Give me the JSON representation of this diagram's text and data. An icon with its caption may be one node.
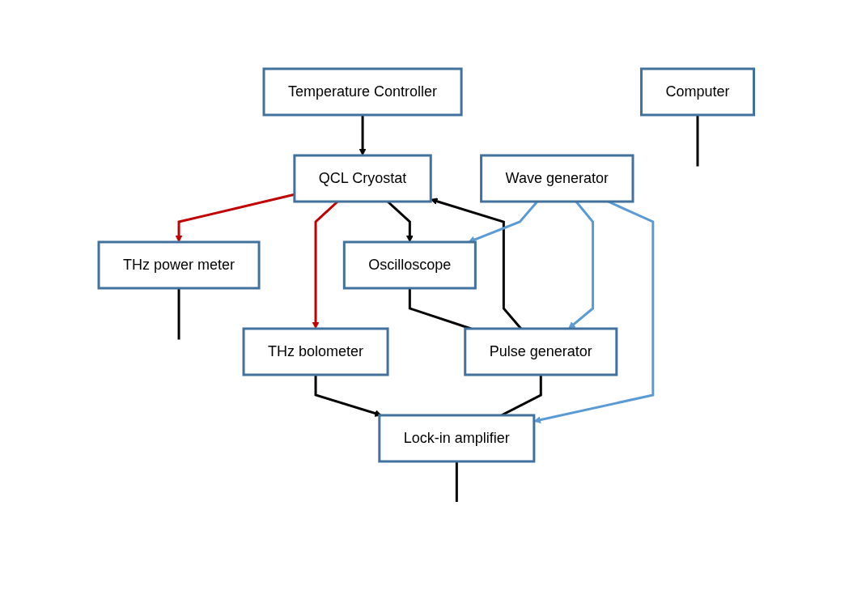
{
  "diagram": {
    "nodes": [
      {
        "text": [
          "Temperature Controller"
        ]
      },
      {
        "text": [
          "Computer"
        ]
      },
      {
        "text": [
          "QCL Cryostat"
        ]
      },
      {
        "text": [
          "THz power meter"
        ]
      },
      {
        "text": [
          "THz bolometer"
        ]
      },
      {
        "text": [
          "Oscilloscope"
        ]
      },
      {
        "text": [
          "Pulse generator"
        ]
      },
      {
        "text": [
          "Lock-in amplifier"
        ]
      },
      {
        "text": [
          "Wave generator"
        ]
      }
    ],
    "edges": [
      {
        "from": 0,
        "to": 2,
        "arrow": "to"
      },
      {
        "from": 1,
        "to": null,
        "arrow": "none"
      },
      {
        "from": 2,
        "to": 3,
        "arrow": "to",
        "color": "#c00000"
      },
      {
        "from": 2,
        "to": 4,
        "arrow": "to",
        "color": "#c00000"
      },
      {
        "from": 3,
        "to": null,
        "arrow": "none"
      },
      {
        "from": 2,
        "to": 5,
        "arrow": "to"
      },
      {
        "from": 6,
        "to": 2,
        "arrow": "to"
      },
      {
        "from": 4,
        "to": 7,
        "arrow": "to"
      },
      {
        "from": 5,
        "to": 6,
        "arrow": "none"
      },
      {
        "from": 6,
        "to": 7,
        "arrow": "none"
      },
      {
        "from": 7,
        "to": null,
        "arrow": "none"
      },
      {
        "from": 8,
        "to": 5,
        "arrow": "to",
        "color": "#5b9bd5"
      },
      {
        "from": 8,
        "to": 6,
        "arrow": "to",
        "color": "#5b9bd5"
      },
      {
        "from": 8,
        "to": 7,
        "arrow": "to",
        "color": "#5b9bd5"
      }
    ]
  }
}
